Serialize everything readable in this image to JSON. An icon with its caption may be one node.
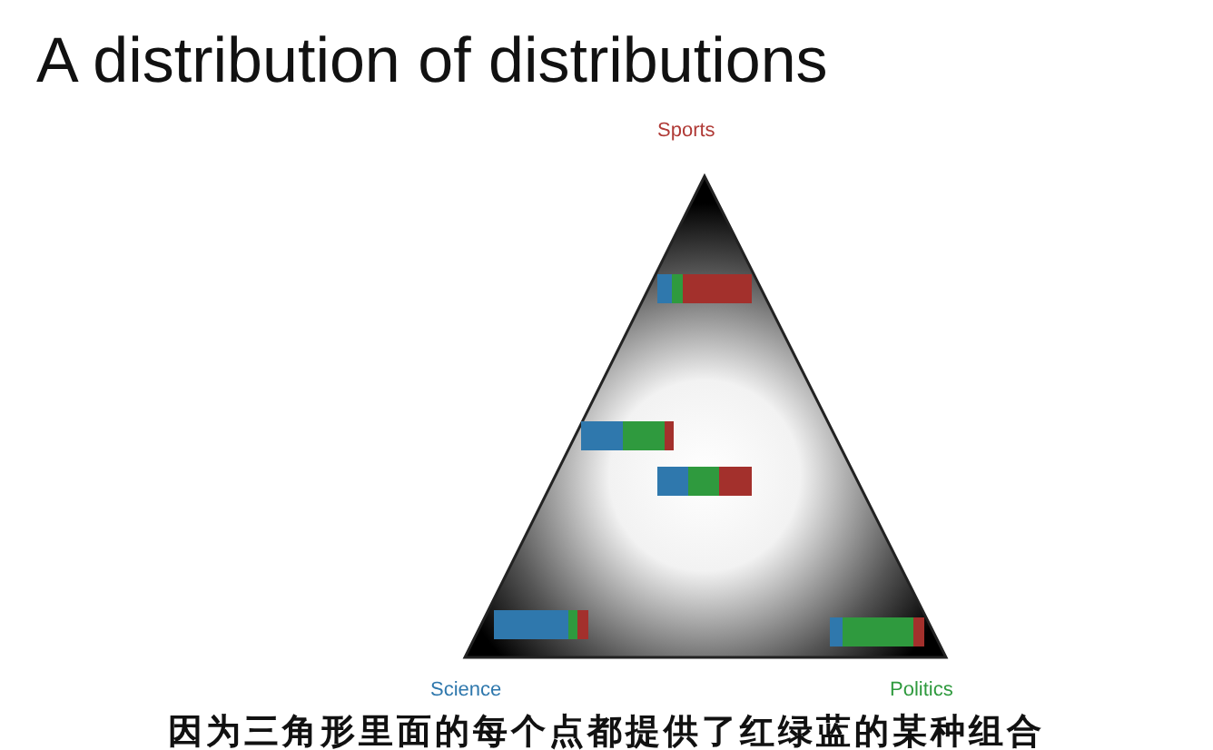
{
  "diagram": {
    "title": "A distribution of distributions",
    "caption": "因为三角形里面的每个点都提供了红绿蓝的某种组合",
    "labels": [
      "Sports",
      "Science",
      "Politics"
    ]
  }
}
